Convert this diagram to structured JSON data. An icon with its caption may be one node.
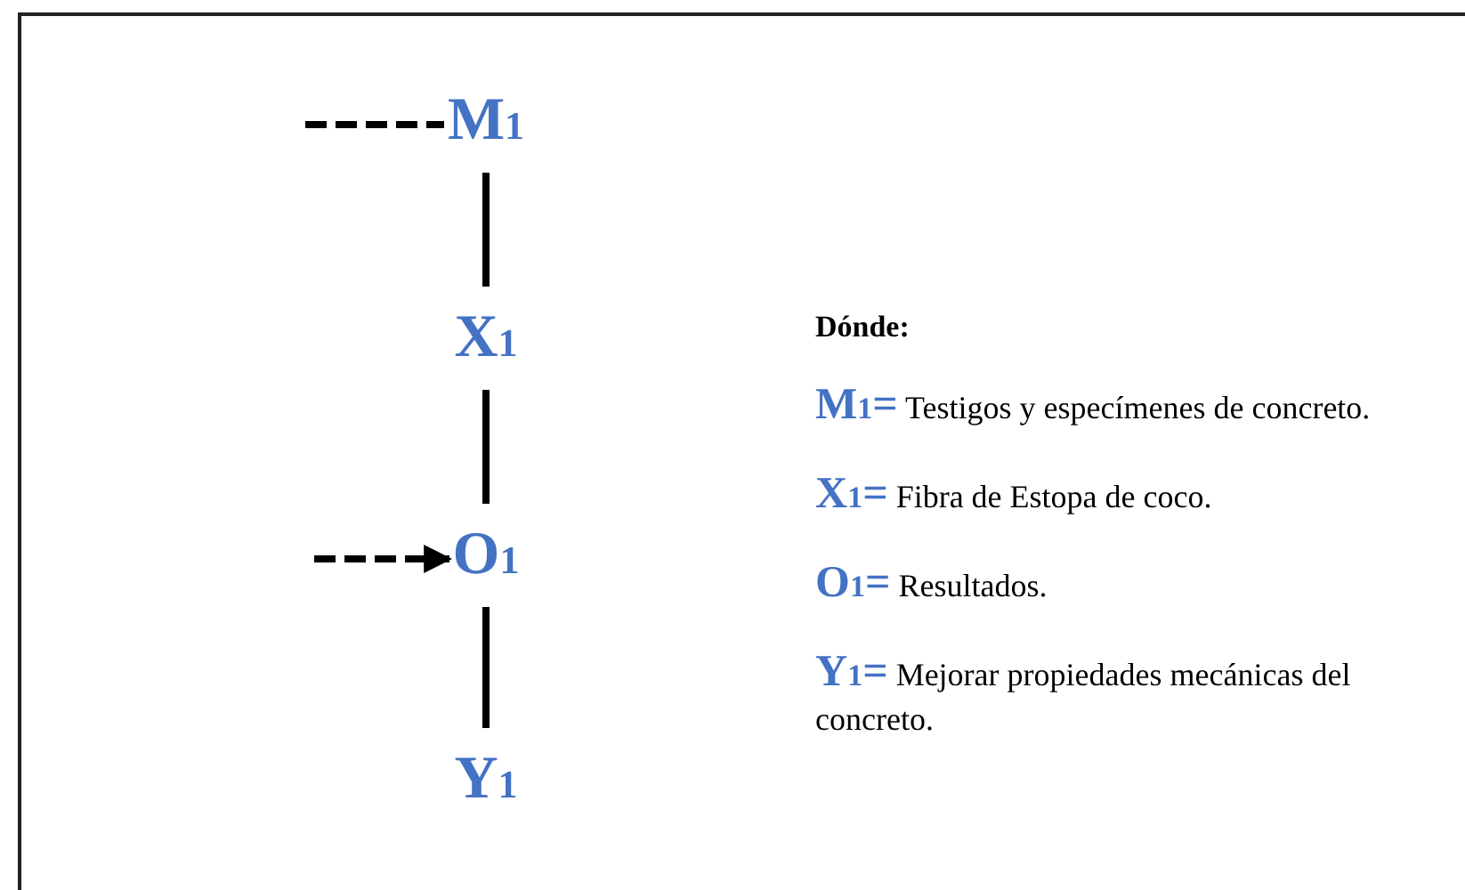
{
  "diagram": {
    "nodes": [
      {
        "text": [
          "M$_{1}$"
        ]
      },
      {
        "text": [
          "X$_{1}$"
        ]
      },
      {
        "text": [
          "O$_{1}$"
        ]
      },
      {
        "text": [
          "Y$_{1}$"
        ]
      }
    ],
    "edges": [
      {
        "from": null,
        "to": 0,
        "arrow": "none",
        "style": "dashed"
      },
      {
        "from": 0,
        "to": 1,
        "arrow": "none"
      },
      {
        "from": 1,
        "to": 2,
        "arrow": "none"
      },
      {
        "from": null,
        "to": 2,
        "arrow": "to",
        "style": "dashed"
      },
      {
        "from": 2,
        "to": 3,
        "arrow": "none"
      }
    ],
    "labels": [
      "Dónde:",
      "**M$_{1}$=** Testigos y especímenes de concreto.",
      "**X$_{1}$=** Fibra de Estopa de coco.",
      "**O$_{1}$=** Resultados.",
      "**Y$_{1}$=** Mejorar propiedades mecánicas del concreto."
    ]
  }
}
